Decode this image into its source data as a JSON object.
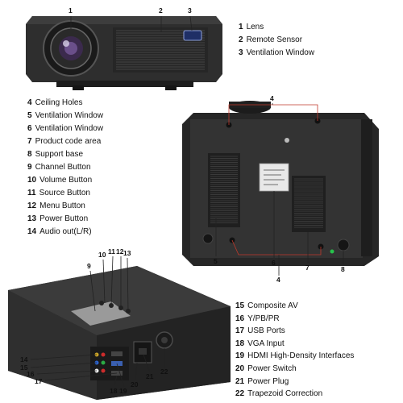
{
  "legend_top": [
    {
      "number": "1",
      "label": "Lens"
    },
    {
      "number": "2",
      "label": "Remote Sensor"
    },
    {
      "number": "3",
      "label": "Ventilation Window"
    }
  ],
  "legend_left": [
    {
      "number": "4",
      "label": "Ceiling Holes"
    },
    {
      "number": "5",
      "label": "Ventilation Window"
    },
    {
      "number": "6",
      "label": "Ventilation Window"
    },
    {
      "number": "7",
      "label": "Product code area"
    },
    {
      "number": "8",
      "label": "Support base"
    },
    {
      "number": "9",
      "label": "Channel Button"
    },
    {
      "number": "10",
      "label": "Volume Button"
    },
    {
      "number": "11",
      "label": "Source Button"
    },
    {
      "number": "12",
      "label": "Menu Button"
    },
    {
      "number": "13",
      "label": "Power Button"
    },
    {
      "number": "14",
      "label": "Audio out(L/R)"
    }
  ],
  "legend_bottom": [
    {
      "number": "15",
      "label": "Composite AV"
    },
    {
      "number": "16",
      "label": "Y/PB/PR"
    },
    {
      "number": "17",
      "label": "USB Ports"
    },
    {
      "number": "18",
      "label": "VGA Input"
    },
    {
      "number": "19",
      "label": "HDMI High-Density Interfaces"
    },
    {
      "number": "20",
      "label": "Power Switch"
    },
    {
      "number": "21",
      "label": "Power Plug"
    },
    {
      "number": "22",
      "label": "Trapezoid Correction"
    }
  ],
  "callouts": {
    "front": [
      "1",
      "2",
      "3"
    ],
    "bottom": [
      "4",
      "4",
      "5",
      "6",
      "7",
      "8"
    ],
    "side": [
      "9",
      "10",
      "11",
      "12",
      "13",
      "14",
      "15",
      "16",
      "17",
      "18",
      "19",
      "20",
      "21",
      "22"
    ]
  },
  "colors": {
    "body_dark": "#2b2b2b",
    "body_mid": "#3c3c3c",
    "marker_red": "#c0392b",
    "leader": "#222222"
  }
}
